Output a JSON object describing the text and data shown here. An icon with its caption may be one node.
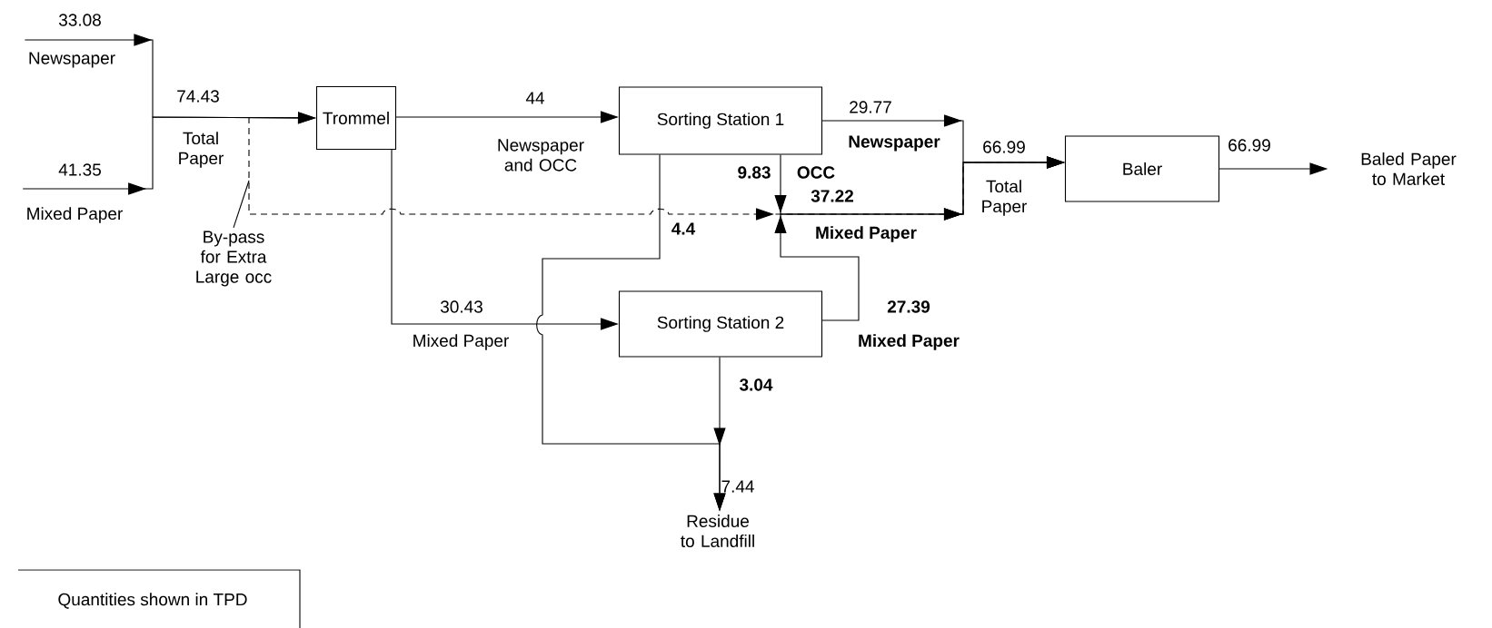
{
  "diagram": {
    "nodes": [
      {
        "text": [
          "Newspaper"
        ]
      },
      {
        "text": [
          "Mixed Paper"
        ]
      },
      {
        "text": [
          "Trommel"
        ]
      },
      {
        "text": [
          "Sorting Station 1"
        ]
      },
      {
        "text": [
          "Sorting Station 2"
        ]
      },
      {
        "text": [
          "Baler"
        ]
      },
      {
        "text": [
          "Baled Paper to Market"
        ]
      },
      {
        "text": [
          "Residue to Landfill"
        ]
      },
      {
        "text": [
          "By-pass for Extra Large occ"
        ]
      }
    ],
    "edges": [
      {
        "from": 0,
        "to": 2,
        "arrow": "to",
        "label": "33.08"
      },
      {
        "from": 1,
        "to": 2,
        "arrow": "to",
        "label": "41.35"
      },
      {
        "from": null,
        "to": 5,
        "arrow": "to",
        "style": "dashed"
      },
      {
        "from": 8,
        "to": null,
        "arrow": "none"
      },
      {
        "from": 2,
        "to": 3,
        "arrow": "to",
        "label": "44"
      },
      {
        "from": 2,
        "to": 4,
        "arrow": "to",
        "label": "30.43"
      },
      {
        "from": 3,
        "to": 5,
        "arrow": "to",
        "label": "29.77"
      },
      {
        "from": 3,
        "to": 5,
        "arrow": "to",
        "label": "9.83"
      },
      {
        "from": 4,
        "to": 5,
        "arrow": "to",
        "label": "27.39"
      },
      {
        "from": 3,
        "to": 7,
        "arrow": "to",
        "label": "4.4"
      },
      {
        "from": 4,
        "to": 7,
        "arrow": "to",
        "label": "3.04"
      },
      {
        "from": 5,
        "to": 6,
        "arrow": "to",
        "label": "66.99"
      }
    ],
    "labels": [
      "74.43",
      "Total Paper",
      "Newspaper and OCC",
      "Mixed Paper",
      "Newspaper",
      "OCC",
      "37.22",
      "Mixed Paper",
      "66.99",
      "Total Paper",
      "Mixed Paper",
      "7.44",
      "Quantities shown in TPD"
    ]
  }
}
